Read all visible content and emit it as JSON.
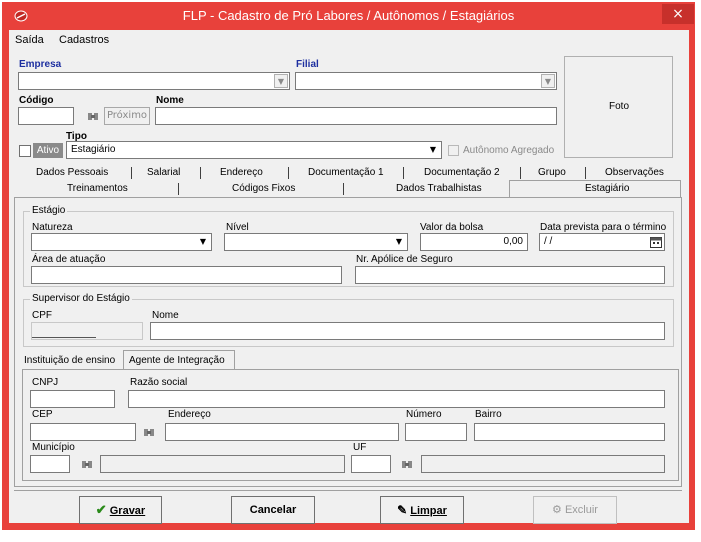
{
  "window": {
    "title": "FLP - Cadastro de Pró Labores / Autônomos / Estagiários",
    "close": "×"
  },
  "menu": {
    "saida": "Saída",
    "cadastros": "Cadastros"
  },
  "header": {
    "empresa_label": "Empresa",
    "filial_label": "Filial",
    "codigo_label": "Código",
    "nome_label": "Nome",
    "proximo_button": "Próximo",
    "foto_label": "Foto",
    "tipo_label": "Tipo",
    "ativo_label": "Ativo",
    "tipo_value": "Estagiário",
    "autonomo_agregado_label": "Autônomo Agregado"
  },
  "tabs_row1": [
    "Dados Pessoais",
    "Salarial",
    "Endereço",
    "Documentação 1",
    "Documentação 2",
    "Grupo",
    "Observações"
  ],
  "tabs_row2": [
    "Treinamentos",
    "Códigos Fixos",
    "Dados Trabalhistas",
    "Estagiário"
  ],
  "estagio": {
    "group_title": "Estágio",
    "natureza_label": "Natureza",
    "nivel_label": "Nível",
    "valor_bolsa_label": "Valor da bolsa",
    "valor_bolsa_value": "0,00",
    "data_termino_label": "Data prevista para o término",
    "data_termino_value": "/ /",
    "area_label": "Área de atuação",
    "apolice_label": "Nr. Apólice de Seguro"
  },
  "supervisor": {
    "group_title": "Supervisor do Estágio",
    "cpf_label": "CPF",
    "nome_label": "Nome"
  },
  "subtabs": [
    "Instituição de ensino",
    "Agente de Integração"
  ],
  "agente": {
    "cnpj_label": "CNPJ",
    "razao_label": "Razão social",
    "cep_label": "CEP",
    "endereco_label": "Endereço",
    "numero_label": "Número",
    "bairro_label": "Bairro",
    "municipio_label": "Município",
    "uf_label": "UF"
  },
  "buttons": {
    "gravar": "Gravar",
    "cancelar": "Cancelar",
    "limpar": "Limpar",
    "excluir": "Excluir"
  },
  "icons": {
    "binoculars": "binoculars-icon",
    "calendar": "calendar-icon"
  },
  "colors": {
    "titlebar": "#e8413b",
    "label_blue": "#1d2fa0",
    "window_bg": "#f0f0f0"
  }
}
